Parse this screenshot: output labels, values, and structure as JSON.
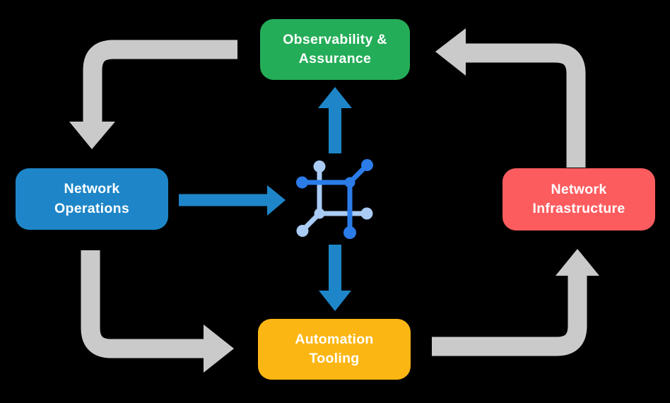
{
  "page": {
    "background": "#000000"
  },
  "colors": {
    "arrow_gray": "#CACACA",
    "arrow_blue": "#1E86C8",
    "icon_blue_dark": "#2B7CE9",
    "icon_blue_light": "#A9CBF4",
    "node_text": "#FFFFFF"
  },
  "nodes": {
    "observability": {
      "label": "Observability &\nAssurance",
      "color": "#24AD58"
    },
    "operations": {
      "label": "Network\nOperations",
      "color": "#1E86C8"
    },
    "infrastructure": {
      "label": "Network\nInfrastructure",
      "color": "#FD5C5F"
    },
    "automation": {
      "label": "Automation\nTooling",
      "color": "#FCB614"
    }
  },
  "icons": {
    "center": "network-automation-icon"
  },
  "arrows": {
    "gray_cycle": [
      {
        "from": "Observability &\nAssurance",
        "to": "Network\nOperations"
      },
      {
        "from": "Network\nOperations",
        "to": "Automation\nTooling"
      },
      {
        "from": "Automation\nTooling",
        "to": "Network\nInfrastructure"
      },
      {
        "from": "Network\nInfrastructure",
        "to": "Observability &\nAssurance"
      }
    ],
    "blue_hub": [
      {
        "from": "Network\nOperations",
        "to": "center-icon"
      },
      {
        "from": "center-icon",
        "to": "Observability &\nAssurance"
      },
      {
        "from": "center-icon",
        "to": "Automation\nTooling"
      }
    ]
  }
}
